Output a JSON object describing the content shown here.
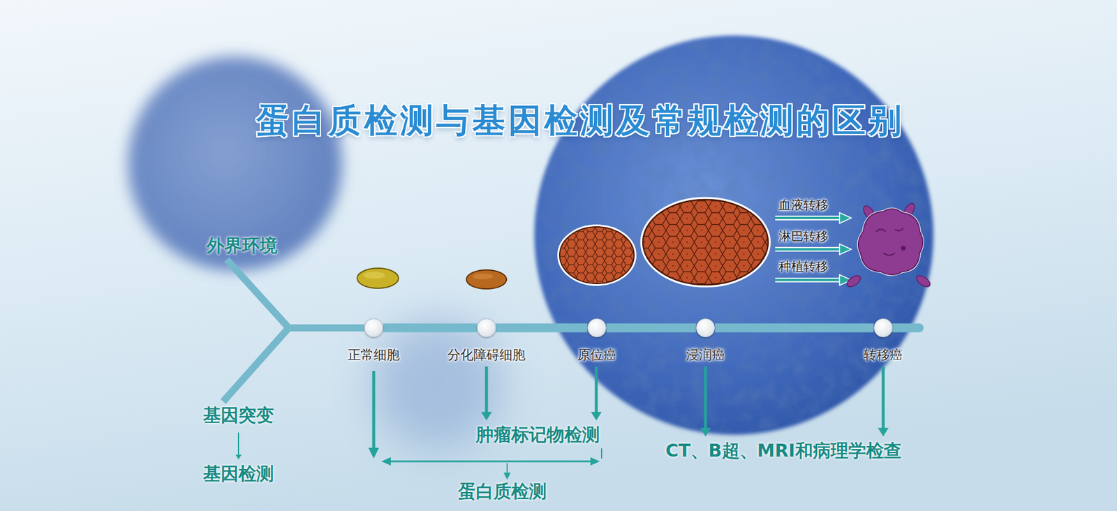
{
  "diagram": {
    "title": "蛋白质检测与基因检测及常规检测的区别",
    "nodes": [
      {
        "text": [
          "外界环境"
        ]
      },
      {
        "text": [
          "正常细胞"
        ]
      },
      {
        "text": [
          "分化障碍细胞"
        ]
      },
      {
        "text": [
          "原位癌"
        ]
      },
      {
        "text": [
          "浸润癌"
        ]
      },
      {
        "text": [
          "转移癌"
        ]
      },
      {
        "text": [
          "基因突变"
        ]
      },
      {
        "text": [
          "肿瘤标记物检测"
        ]
      },
      {
        "text": [
          "CT、B超、MRI和病理学检查"
        ]
      },
      {
        "text": [
          "基因检测"
        ]
      },
      {
        "text": [
          "蛋白质检测"
        ]
      }
    ],
    "edges": [
      {
        "from": 0,
        "to": 1,
        "arrow": "none"
      },
      {
        "from": 6,
        "to": 1,
        "arrow": "none"
      },
      {
        "from": 1,
        "to": 2,
        "arrow": "none"
      },
      {
        "from": 2,
        "to": 3,
        "arrow": "none"
      },
      {
        "from": 3,
        "to": 4,
        "arrow": "none"
      },
      {
        "from": 4,
        "to": 5,
        "arrow": "none"
      },
      {
        "from": 6,
        "to": 9,
        "arrow": "to"
      },
      {
        "from": 2,
        "to": 7,
        "arrow": "to"
      },
      {
        "from": 3,
        "to": 7,
        "arrow": "to"
      },
      {
        "from": 4,
        "to": 8,
        "arrow": "to"
      },
      {
        "from": 5,
        "to": 8,
        "arrow": "to"
      }
    ],
    "labels": [
      "血液转移",
      "淋巴转移",
      "种植转移"
    ]
  }
}
